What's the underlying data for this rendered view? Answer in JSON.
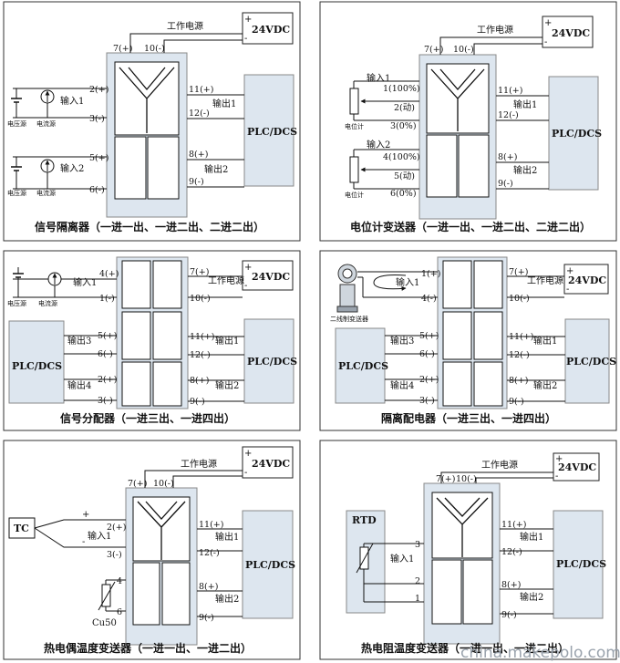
{
  "power": {
    "label": "24VDC",
    "plus": "+",
    "minus": "-",
    "work_power": "工作电源"
  },
  "plc": {
    "label": "PLC/DCS"
  },
  "panels": {
    "p1": {
      "title": "信号隔离器（一进一出、一进二出、二进二出）",
      "in1": "输入1",
      "in2": "输入2",
      "out1": "输出1",
      "out2": "输出2",
      "pins": {
        "p7": "7(+)",
        "p10": "10(-)",
        "p2": "2(+)",
        "p3": "3(-)",
        "p5": "5(+)",
        "p6": "6(-)",
        "p11": "11(+)",
        "p12": "12(-)",
        "p8": "8(+)",
        "p9": "9(-)"
      },
      "src_v": "电压源",
      "src_i": "电流源"
    },
    "p2": {
      "title": "电位计变送器（一进一出、一进二出、二进二出）",
      "in1": "输入1",
      "in2": "输入2",
      "out1": "输出1",
      "out2": "输出2",
      "pins": {
        "p7": "7(+)",
        "p10": "10(-)",
        "p1": "1(100%)",
        "p2": "2(动)",
        "p3": "3(0%)",
        "p4": "4(100%)",
        "p5": "5(动)",
        "p6": "6(0%)",
        "p11": "11(+)",
        "p12": "12(-)",
        "p8": "8(+)",
        "p9": "9(-)"
      },
      "pot": "电位计"
    },
    "p3": {
      "title": "信号分配器（一进三出、一进四出）",
      "in1": "输入1",
      "out1": "输出1",
      "out2": "输出2",
      "out3": "输出3",
      "out4": "输出4",
      "pins": {
        "p4": "4(+)",
        "p1": "1(-)",
        "p5": "5(+)",
        "p6": "6(-)",
        "p2": "2(+)",
        "p3": "3(-)",
        "p7": "7(+)",
        "p10": "10(-)",
        "p11": "11(+)",
        "p12": "12(-)",
        "p8": "8(+)",
        "p9": "9(-)"
      },
      "src_v": "电压源",
      "src_i": "电流源"
    },
    "p4": {
      "title": "隔离配电器（一进三出、一进四出）",
      "in1": "输入1",
      "out1": "输出1",
      "out2": "输出2",
      "out3": "输出3",
      "out4": "输出4",
      "pins": {
        "p1": "1(+)",
        "p4": "4(-)",
        "p5": "5(+)",
        "p6": "6(-)",
        "p2": "2(+)",
        "p3": "3(-)",
        "p7": "7(+)",
        "p10": "10(-)",
        "p11": "11(+)",
        "p12": "12(-)",
        "p8": "8(+)",
        "p9": "9(-)"
      },
      "transmitter": "二线制变送器"
    },
    "p5": {
      "title": "热电偶温度变送器（一进一出、一进二出）",
      "tc": "TC",
      "cu50": "Cu50",
      "in1": "输入1",
      "out1": "输出1",
      "out2": "输出2",
      "pins": {
        "p7": "7(+)",
        "p10": "10(-)",
        "p2": "2(+)",
        "p3": "3(-)",
        "p4": "4",
        "p6": "6",
        "p11": "11(+)",
        "p12": "12(-)",
        "p8": "8(+)",
        "p9": "9(-)"
      },
      "plus": "+",
      "minus": "-"
    },
    "p6": {
      "title": "热电阻温度变送器（一进一出、一进二出）",
      "rtd": "RTD",
      "in1": "输入1",
      "out1": "输出1",
      "out2": "输出2",
      "pins": {
        "p7": "7(+)",
        "p10": "10(-)",
        "p3": "3",
        "p2": "2",
        "p1": "1",
        "p11": "11(+)",
        "p12": "12(-)",
        "p8": "8(+)",
        "p9": "9(-)"
      }
    }
  },
  "watermark": "china.makepolo.com"
}
